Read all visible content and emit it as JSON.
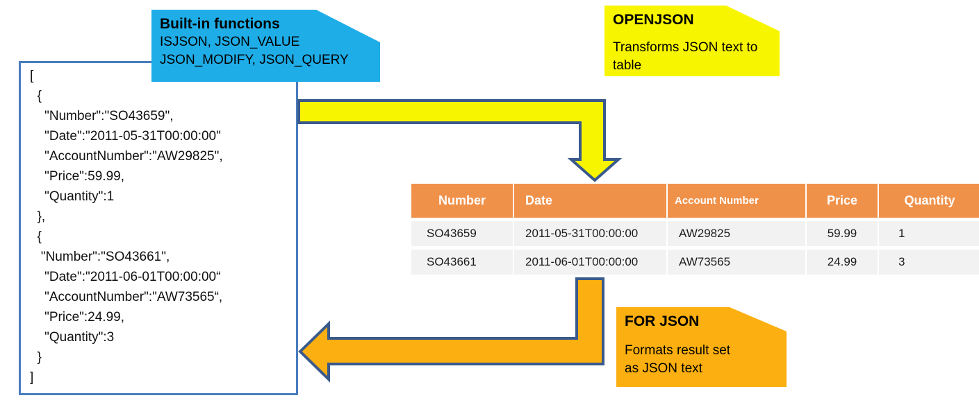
{
  "json_panel": {
    "lines": [
      "[",
      "  {",
      "    \"Number\":\"SO43659\",",
      "    \"Date\":\"2011-05-31T00:00:00\"",
      "    \"AccountNumber\":\"AW29825\",",
      "    \"Price\":59.99,",
      "    \"Quantity\":1",
      "  },",
      "  {",
      "   \"Number\":\"SO43661\",",
      "    \"Date\":\"2011-06-01T00:00:00“",
      "    \"AccountNumber\":\"AW73565“,",
      "    \"Price\":24.99,",
      "    \"Quantity\":3",
      "  }",
      "]"
    ]
  },
  "callouts": {
    "builtin": {
      "title": "Built-in functions",
      "lines": [
        "ISJSON, JSON_VALUE",
        "JSON_MODIFY, JSON_QUERY"
      ]
    },
    "openjson": {
      "title": "OPENJSON",
      "lines": [
        "Transforms JSON text to",
        "table"
      ]
    },
    "forjson": {
      "title": "FOR JSON",
      "lines": [
        "Formats result set",
        "as JSON text"
      ]
    }
  },
  "table": {
    "columns": [
      "Number",
      "Date",
      "Account Number",
      "Price",
      "Quantity"
    ],
    "rows": [
      [
        "SO43659",
        "2011-05-31T00:00:00",
        "AW29825",
        "59.99",
        "1"
      ],
      [
        "SO43661",
        "2011-06-01T00:00:00",
        "AW73565",
        "24.99",
        "3"
      ]
    ]
  },
  "colors": {
    "cyan_callout": "#1FADE8",
    "yellow_callout": "#F8F500",
    "orange_callout": "#FCAF10",
    "table_header_orange": "#F0914A",
    "table_row_gray": "#F2F2F2",
    "panel_border_blue": "#4A7EBE",
    "arrow_outline_blue": "#3A5A8C"
  }
}
